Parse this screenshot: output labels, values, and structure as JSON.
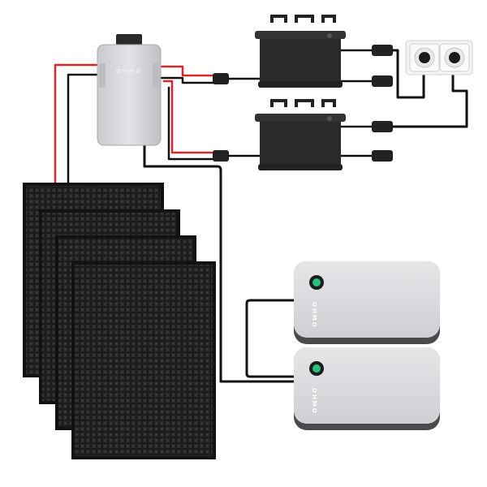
{
  "brand": "OHMO",
  "colors": {
    "background": "#ffffff",
    "panel": "#1b1b1b",
    "panel_cell": "#2c2c2c",
    "hub": "#d4d5d8",
    "inverter": "#2b2b2b",
    "battery": "#d9d9dc",
    "battery_edge": "#4a4a4c",
    "cable_red": "#d8262a",
    "cable_black": "#111111",
    "indicator": "#27c27a"
  },
  "counts": {
    "solar_panels": 4,
    "micro_inverters": 2,
    "batteries": 2,
    "wall_sockets": 2
  }
}
